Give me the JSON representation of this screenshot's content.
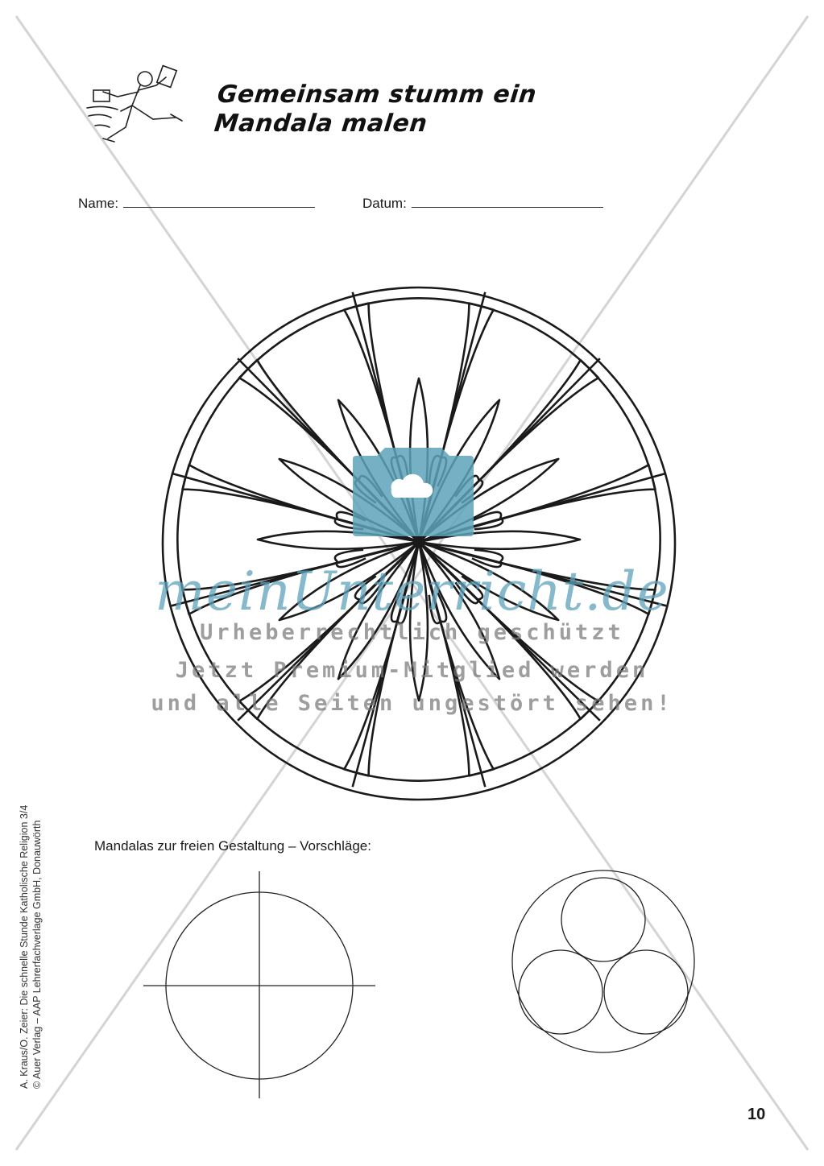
{
  "title": {
    "line1": "Gemeinsam stumm ein",
    "line2": "Mandala malen"
  },
  "form": {
    "name_label": "Name:",
    "date_label": "Datum:"
  },
  "section_label": "Mandalas zur freien Gestaltung – Vorschläge:",
  "page_number": "10",
  "side_credit": {
    "line1": "A. Kraus/O. Zeier: Die schnelle Stunde Katholische Religion 3/4",
    "line2": "© Auer Verlag – AAP Lehrerfachverlage GmbH, Donauwörth"
  },
  "watermark": {
    "brand": "meinUnterricht.de",
    "line1": "Urheberrechtlich geschützt",
    "line2": "Jetzt Premium-Mitglied werden",
    "line3": "und alle Seiten ungestört sehen!",
    "color": "#5da2ba"
  },
  "icons": [
    "runner-illustration",
    "briefcase-cloud-icon",
    "mandala-drawing",
    "quartered-circle-template",
    "three-circle-template"
  ]
}
